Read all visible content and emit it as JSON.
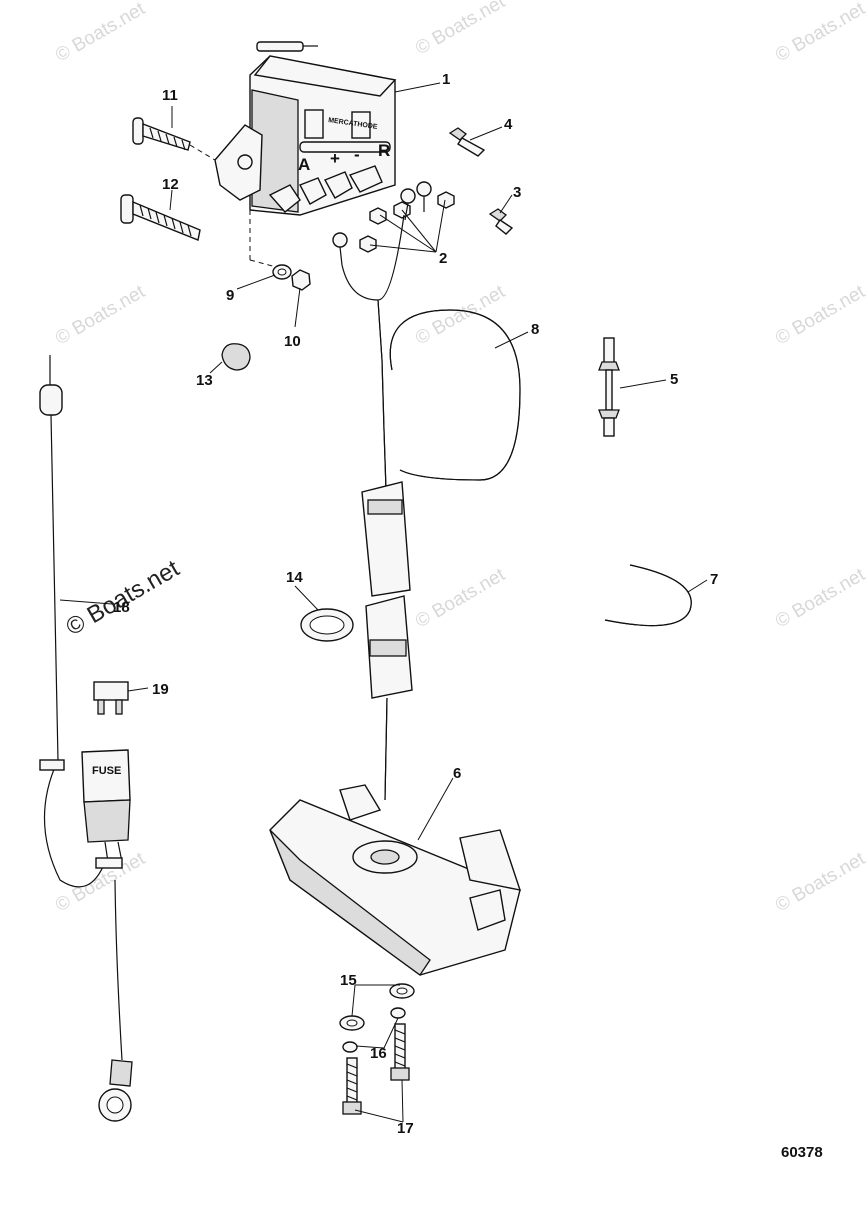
{
  "diagram": {
    "figure_number": "60378",
    "callouts": [
      "1",
      "2",
      "3",
      "4",
      "5",
      "6",
      "7",
      "8",
      "9",
      "10",
      "11",
      "12",
      "13",
      "14",
      "15",
      "16",
      "17",
      "18",
      "19"
    ],
    "watermark_text": "© Boats.net",
    "component_labels": {
      "unit_letter_a": "A",
      "unit_plus": "+",
      "unit_minus": "-",
      "unit_letter_r": "R",
      "unit_brand": "MERCATHODE",
      "fuse_label": "FUSE"
    }
  }
}
